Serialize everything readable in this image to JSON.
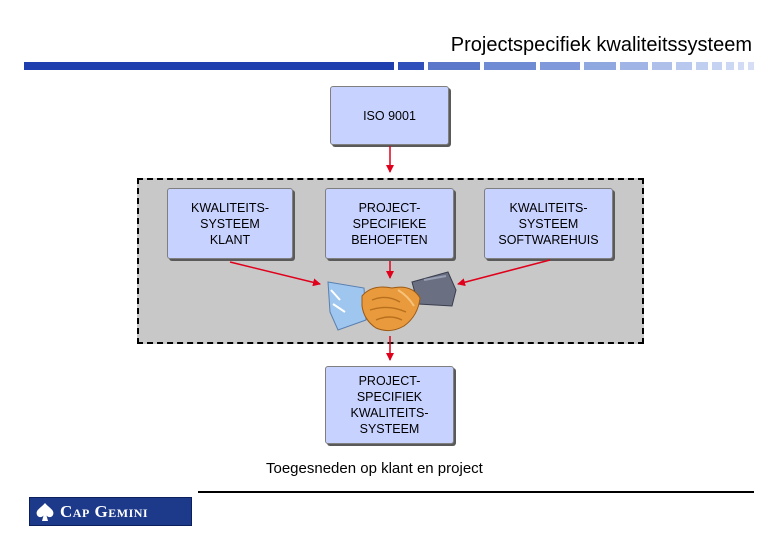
{
  "title": "Projectspecifiek kwaliteitssysteem",
  "boxes": {
    "iso": "ISO 9001",
    "klant": "KWALITEITS-\nSYSTEEM\nKLANT",
    "behoeften": "PROJECT-\nSPECIFIEKE\nBEHOEFTEN",
    "software": "KWALITEITS-\nSYSTEEM\nSOFTWAREHUIS",
    "result": "PROJECT-\nSPECIFIEK\nKWALITEITS-\nSYSTEEM"
  },
  "caption": "Toegesneden op klant en project",
  "logo": {
    "text": "Cap Gemini"
  },
  "colors": {
    "box_fill": "#c8d2ff",
    "region_fill": "#c8c8c8",
    "arrow": "#e0001b",
    "brand_blue": "#1d3a8a"
  },
  "icons": {
    "center": "handshake-icon",
    "logo_mark": "spade-icon"
  }
}
